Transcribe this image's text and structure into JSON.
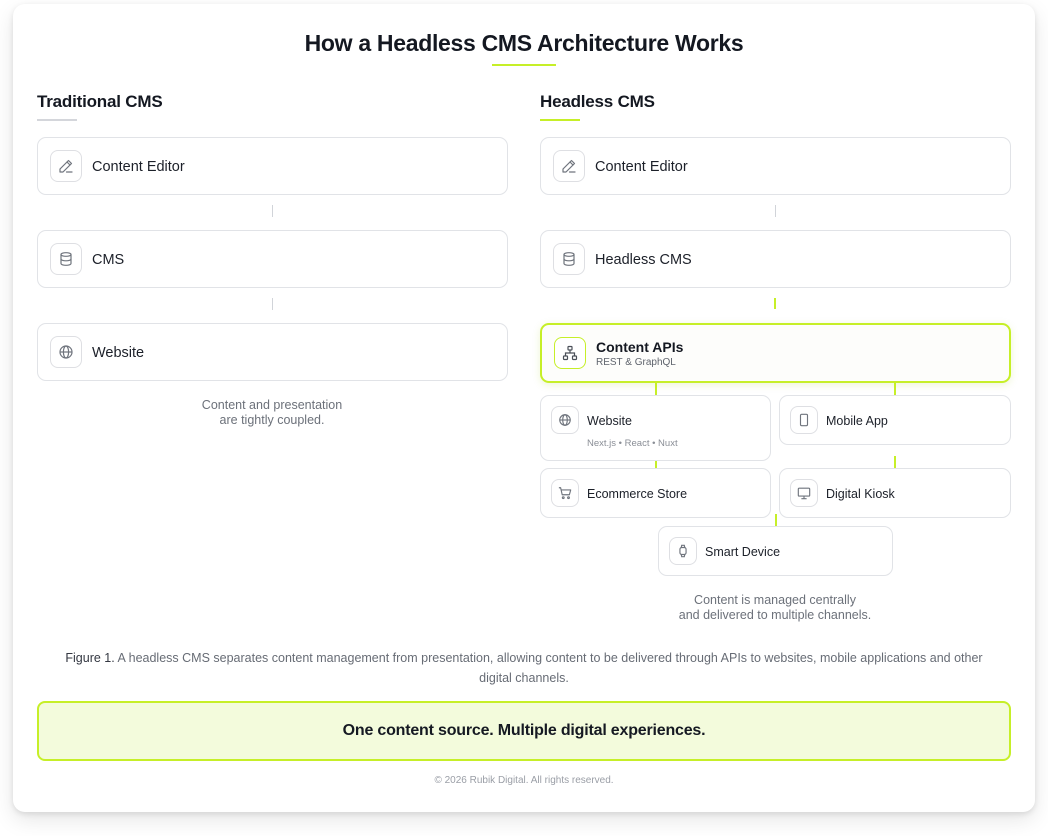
{
  "title": "How a Headless CMS Architecture Works",
  "colors": {
    "accent": "#c6ef28",
    "banner_bg": "#f3fbdc",
    "neutral_line": "#d1d4d9"
  },
  "traditional": {
    "heading": "Traditional CMS",
    "nodes": [
      {
        "label": "Content Editor",
        "icon": "pencil-icon"
      },
      {
        "label": "CMS",
        "icon": "database-icon"
      },
      {
        "label": "Website",
        "icon": "globe-icon"
      }
    ],
    "note_line1": "Content and presentation",
    "note_line2": "are tightly coupled."
  },
  "headless": {
    "heading": "Headless CMS",
    "nodes": [
      {
        "label": "Content Editor",
        "icon": "pencil-icon"
      },
      {
        "label": "Headless CMS",
        "icon": "database-icon"
      }
    ],
    "api": {
      "label": "Content APIs",
      "sub": "REST & GraphQL",
      "icon": "sitemap-icon"
    },
    "channels": {
      "website": {
        "label": "Website",
        "sub": "Next.js • React • Nuxt",
        "icon": "globe-icon"
      },
      "mobile": {
        "label": "Mobile App",
        "icon": "phone-icon"
      },
      "ecommerce": {
        "label": "Ecommerce Store",
        "icon": "cart-icon"
      },
      "kiosk": {
        "label": "Digital Kiosk",
        "icon": "monitor-icon"
      },
      "smart": {
        "label": "Smart Device",
        "icon": "watch-icon"
      }
    },
    "note_line1": "Content is managed centrally",
    "note_line2": "and delivered to multiple channels."
  },
  "caption": {
    "prefix": "Figure 1.",
    "text": " A headless CMS separates content management from presentation, allowing content to be delivered through APIs to websites, mobile applications and other digital channels."
  },
  "banner": "One content source. Multiple digital experiences.",
  "footer": "© 2026 Rubik Digital. All rights reserved."
}
